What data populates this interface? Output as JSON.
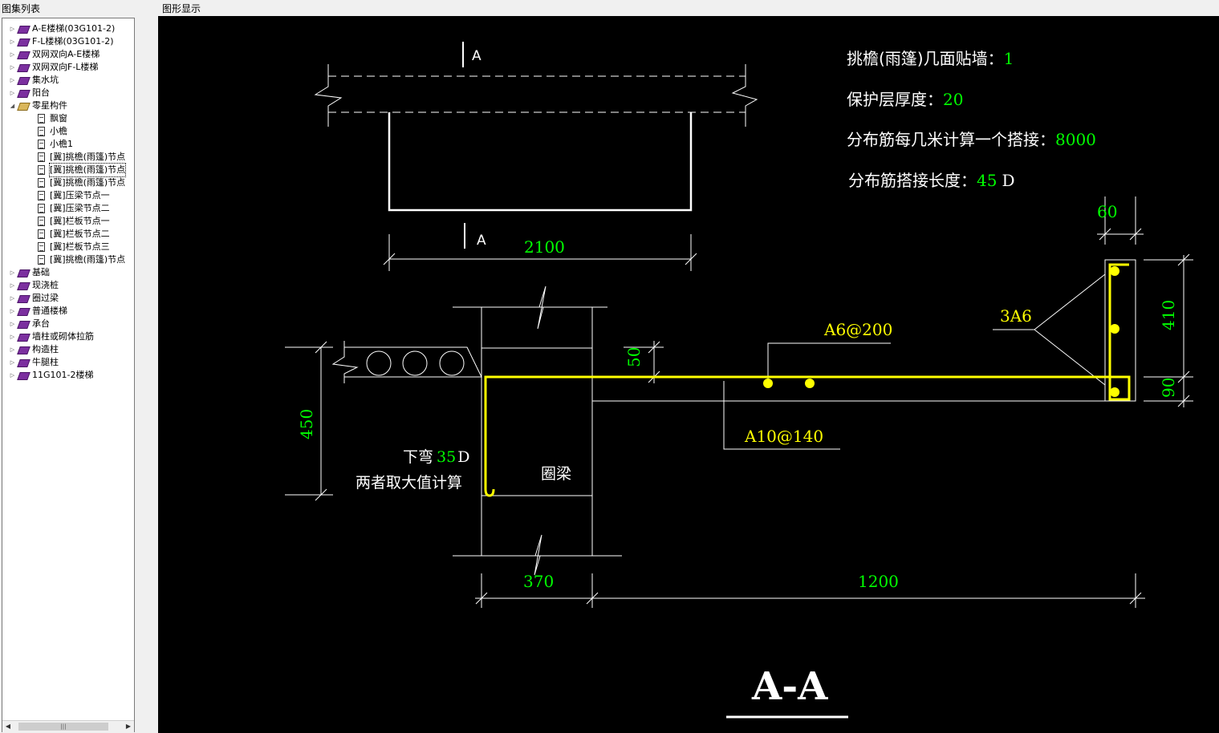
{
  "panels": {
    "left_title": "图集列表",
    "right_title": "图形显示"
  },
  "tree": [
    {
      "label": "A-E楼梯(03G101-2)",
      "icon": "book-icon",
      "level": 0,
      "expander": "▷"
    },
    {
      "label": "F-L楼梯(03G101-2)",
      "icon": "book-icon",
      "level": 0,
      "expander": "▷"
    },
    {
      "label": "双网双向A-E楼梯",
      "icon": "book-icon",
      "level": 0,
      "expander": "▷"
    },
    {
      "label": "双网双向F-L楼梯",
      "icon": "book-icon",
      "level": 0,
      "expander": "▷"
    },
    {
      "label": "集水坑",
      "icon": "book-icon",
      "level": 0,
      "expander": "▷"
    },
    {
      "label": "阳台",
      "icon": "book-icon",
      "level": 0,
      "expander": "▷"
    },
    {
      "label": "零星构件",
      "icon": "book-open-icon",
      "level": 0,
      "expander": "◢"
    },
    {
      "label": "飘窗",
      "icon": "doc-icon",
      "level": 1
    },
    {
      "label": "小檐",
      "icon": "doc-icon",
      "level": 1
    },
    {
      "label": "小檐1",
      "icon": "doc-icon",
      "level": 1
    },
    {
      "label": "[冀]挑檐(雨篷)节点",
      "icon": "doc-icon",
      "level": 1
    },
    {
      "label": "[冀]挑檐(雨篷)节点",
      "icon": "doc-icon",
      "level": 1,
      "selected": true
    },
    {
      "label": "[冀]挑檐(雨篷)节点",
      "icon": "doc-icon",
      "level": 1
    },
    {
      "label": "[冀]压梁节点一",
      "icon": "doc-icon",
      "level": 1
    },
    {
      "label": "[冀]压梁节点二",
      "icon": "doc-icon",
      "level": 1
    },
    {
      "label": "[冀]栏板节点一",
      "icon": "doc-icon",
      "level": 1
    },
    {
      "label": "[冀]栏板节点二",
      "icon": "doc-icon",
      "level": 1
    },
    {
      "label": "[冀]栏板节点三",
      "icon": "doc-icon",
      "level": 1
    },
    {
      "label": "[冀]挑檐(雨篷)节点",
      "icon": "doc-icon",
      "level": 1
    },
    {
      "label": "基础",
      "icon": "book-icon",
      "level": 0,
      "expander": "▷"
    },
    {
      "label": "现浇桩",
      "icon": "book-icon",
      "level": 0,
      "expander": "▷"
    },
    {
      "label": "圈过梁",
      "icon": "book-icon",
      "level": 0,
      "expander": "▷"
    },
    {
      "label": "普通楼梯",
      "icon": "book-icon",
      "level": 0,
      "expander": "▷"
    },
    {
      "label": "承台",
      "icon": "book-icon",
      "level": 0,
      "expander": "▷"
    },
    {
      "label": "墙柱或砌体拉筋",
      "icon": "book-icon",
      "level": 0,
      "expander": "▷"
    },
    {
      "label": "构造柱",
      "icon": "book-icon",
      "level": 0,
      "expander": "▷"
    },
    {
      "label": "牛腿柱",
      "icon": "book-icon",
      "level": 0,
      "expander": "▷"
    },
    {
      "label": "11G101-2楼梯",
      "icon": "book-icon",
      "level": 0,
      "expander": "▷"
    }
  ],
  "scrollbar": {
    "left": "◀",
    "right": "▶",
    "thumb": "|||"
  },
  "drawing": {
    "params": [
      {
        "label": "挑檐(雨篷)几面贴墙：",
        "value": "1",
        "suffix": ""
      },
      {
        "label": "保护层厚度：",
        "value": "20",
        "suffix": ""
      },
      {
        "label": "分布筋每几米计算一个搭接：",
        "value": "8000",
        "suffix": ""
      },
      {
        "label": "分布筋搭接长度：",
        "value": "45",
        "suffix": "D"
      }
    ],
    "section_mark": "A",
    "dims": {
      "top_width": "2100",
      "wall": "370",
      "overhang": "1200",
      "height": "450",
      "slab": "50",
      "lip_width": "60",
      "lip_height": "410",
      "lip_bottom": "90"
    },
    "rebar": {
      "top": "A6@200",
      "main": "A10@140",
      "lip": "3A6"
    },
    "note_prefix": "下弯",
    "note_value": "35",
    "note_suffix": "D",
    "note_line2": "两者取大值计算",
    "beam_label": "圈梁",
    "section_title": "A-A"
  },
  "colors": {
    "canvas_bg": "#000000",
    "rebar": "#ffff00",
    "value_text": "#00ff00",
    "line": "#ffffff"
  }
}
